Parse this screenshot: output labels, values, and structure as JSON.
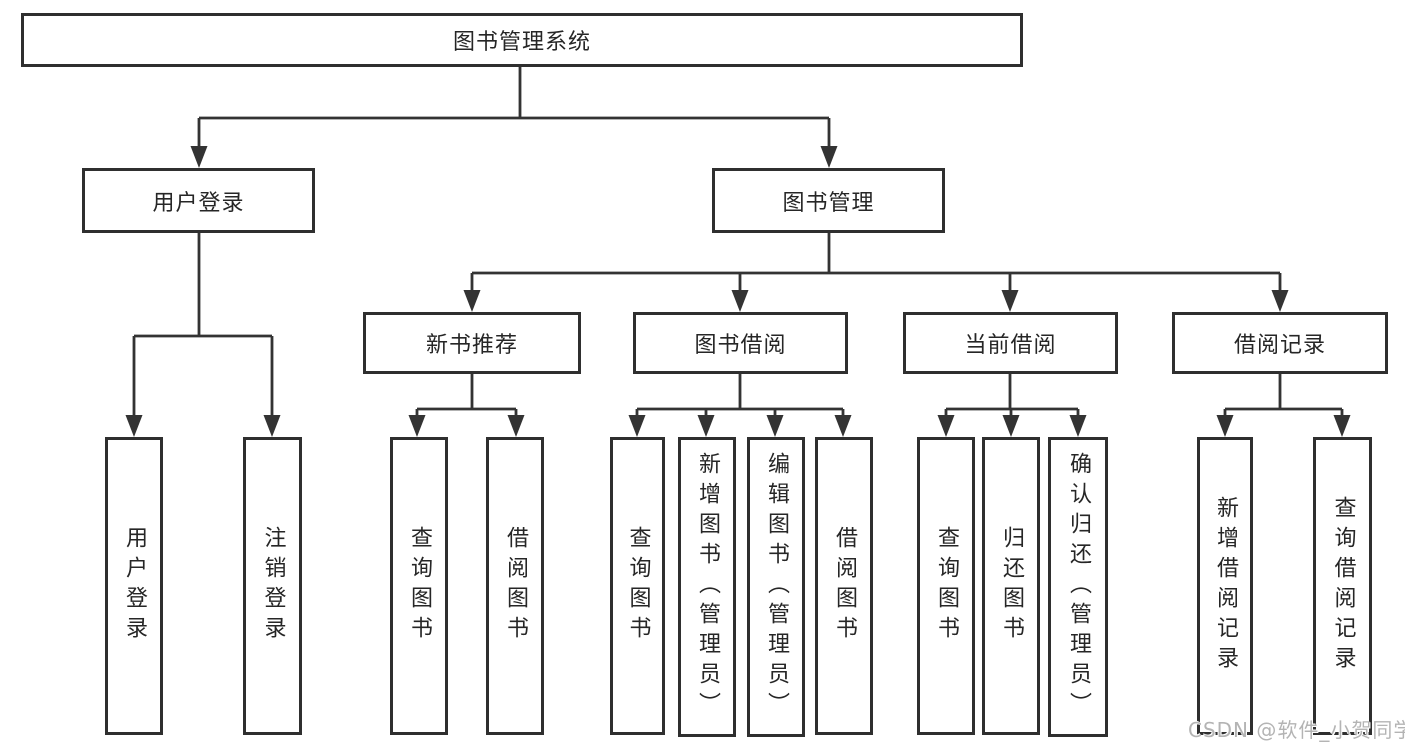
{
  "diagram": {
    "root": {
      "label": "图书管理系统"
    },
    "level2": [
      {
        "label": "用户登录"
      },
      {
        "label": "图书管理"
      }
    ],
    "level3": [
      {
        "label": "新书推荐",
        "parent": "图书管理"
      },
      {
        "label": "图书借阅",
        "parent": "图书管理"
      },
      {
        "label": "当前借阅",
        "parent": "图书管理"
      },
      {
        "label": "借阅记录",
        "parent": "图书管理"
      }
    ],
    "leaves": [
      {
        "label": "用户登录",
        "parent": "用户登录"
      },
      {
        "label": "注销登录",
        "parent": "用户登录"
      },
      {
        "label": "查询图书",
        "parent": "新书推荐"
      },
      {
        "label": "借阅图书",
        "parent": "新书推荐"
      },
      {
        "label": "查询图书",
        "parent": "图书借阅"
      },
      {
        "label": "新增图书（管理员）",
        "parent": "图书借阅"
      },
      {
        "label": "编辑图书（管理员）",
        "parent": "图书借阅"
      },
      {
        "label": "借阅图书",
        "parent": "图书借阅"
      },
      {
        "label": "查询图书",
        "parent": "当前借阅"
      },
      {
        "label": "归还图书",
        "parent": "当前借阅"
      },
      {
        "label": "确认归还（管理员）",
        "parent": "当前借阅"
      },
      {
        "label": "新增借阅记录",
        "parent": "借阅记录"
      },
      {
        "label": "查询借阅记录",
        "parent": "借阅记录"
      }
    ]
  },
  "watermark": {
    "text": "CSDN @软件_小贺同学"
  },
  "colors": {
    "background": "#ffffff",
    "line": "#333333",
    "box_border": "#2f2f2f",
    "text": "#262626",
    "watermark": "#b4b4b4"
  }
}
